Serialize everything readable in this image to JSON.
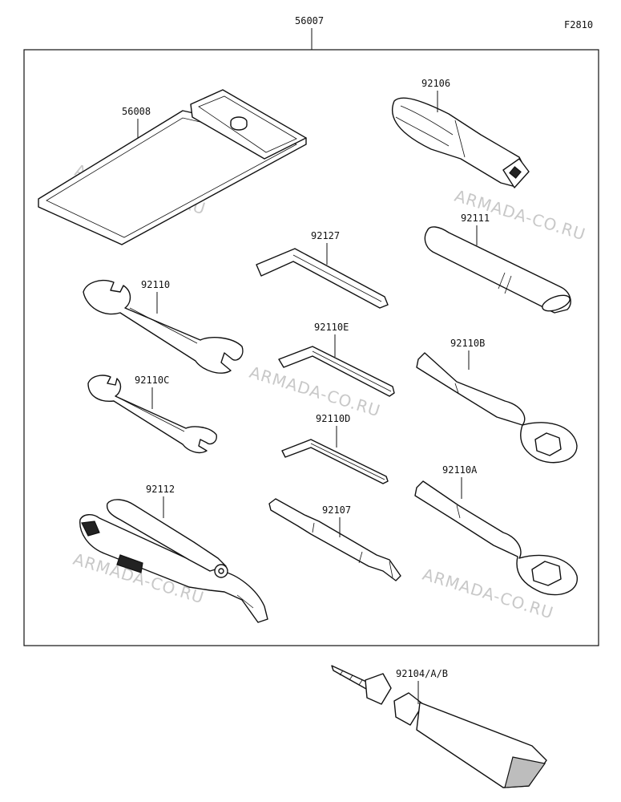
{
  "figure_code": "F2810",
  "assembly_label": "56007",
  "watermark": "ARMADA-CO.RU",
  "parts": {
    "p56008": "56008",
    "p92106": "92106",
    "p92111": "92111",
    "p92127": "92127",
    "p92110": "92110",
    "p92110E": "92110E",
    "p92110B": "92110B",
    "p92110C": "92110C",
    "p92110D": "92110D",
    "p92110A": "92110A",
    "p92112": "92112",
    "p92107": "92107",
    "p92104": "92104/A/B"
  },
  "colors": {
    "line": "#111111",
    "watermark": "#c8c8c8",
    "background": "#ffffff"
  }
}
